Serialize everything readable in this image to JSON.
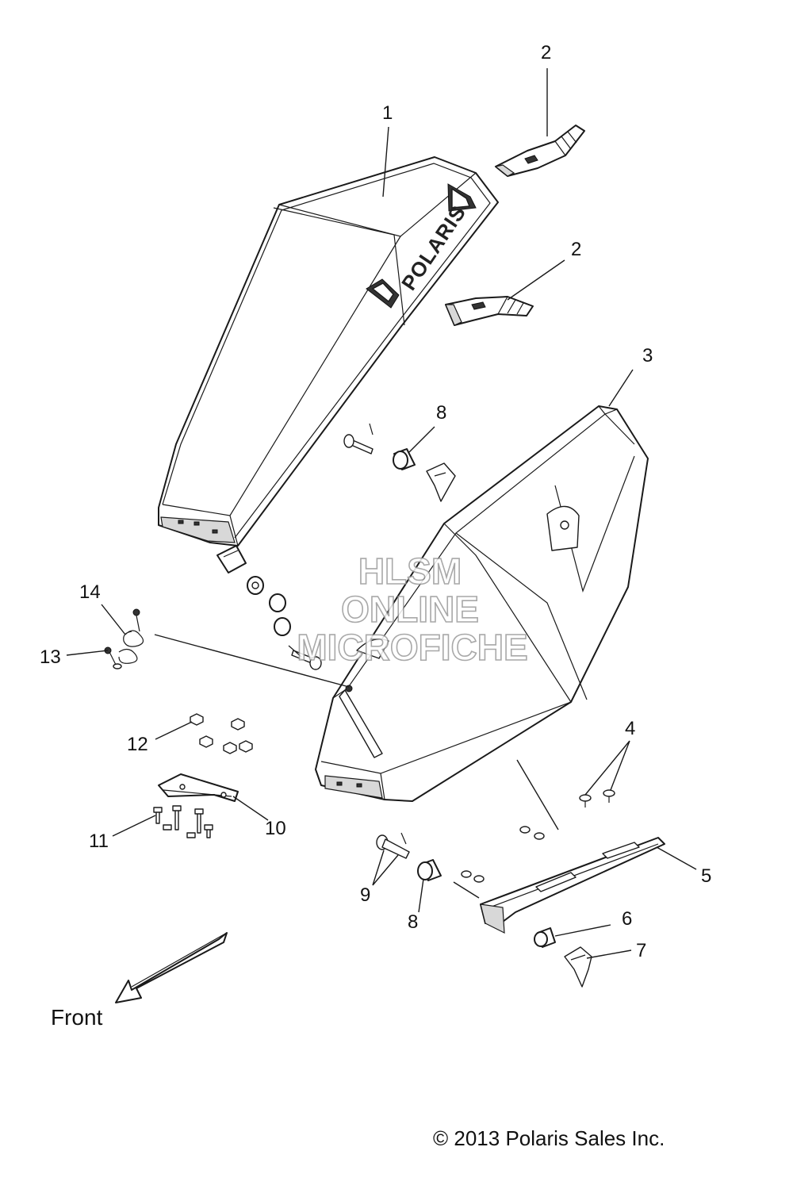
{
  "diagram": {
    "callouts": [
      "1",
      "2",
      "2",
      "3",
      "8",
      "14",
      "13",
      "12",
      "4",
      "10",
      "11",
      "5",
      "9",
      "8",
      "6",
      "7"
    ],
    "lid_brand": "POLARIS",
    "front_label": "Front",
    "copyright": "© 2013 Polaris Sales Inc.",
    "watermark": [
      "HLSM",
      "ONLINE",
      "MICROFICHE"
    ]
  }
}
